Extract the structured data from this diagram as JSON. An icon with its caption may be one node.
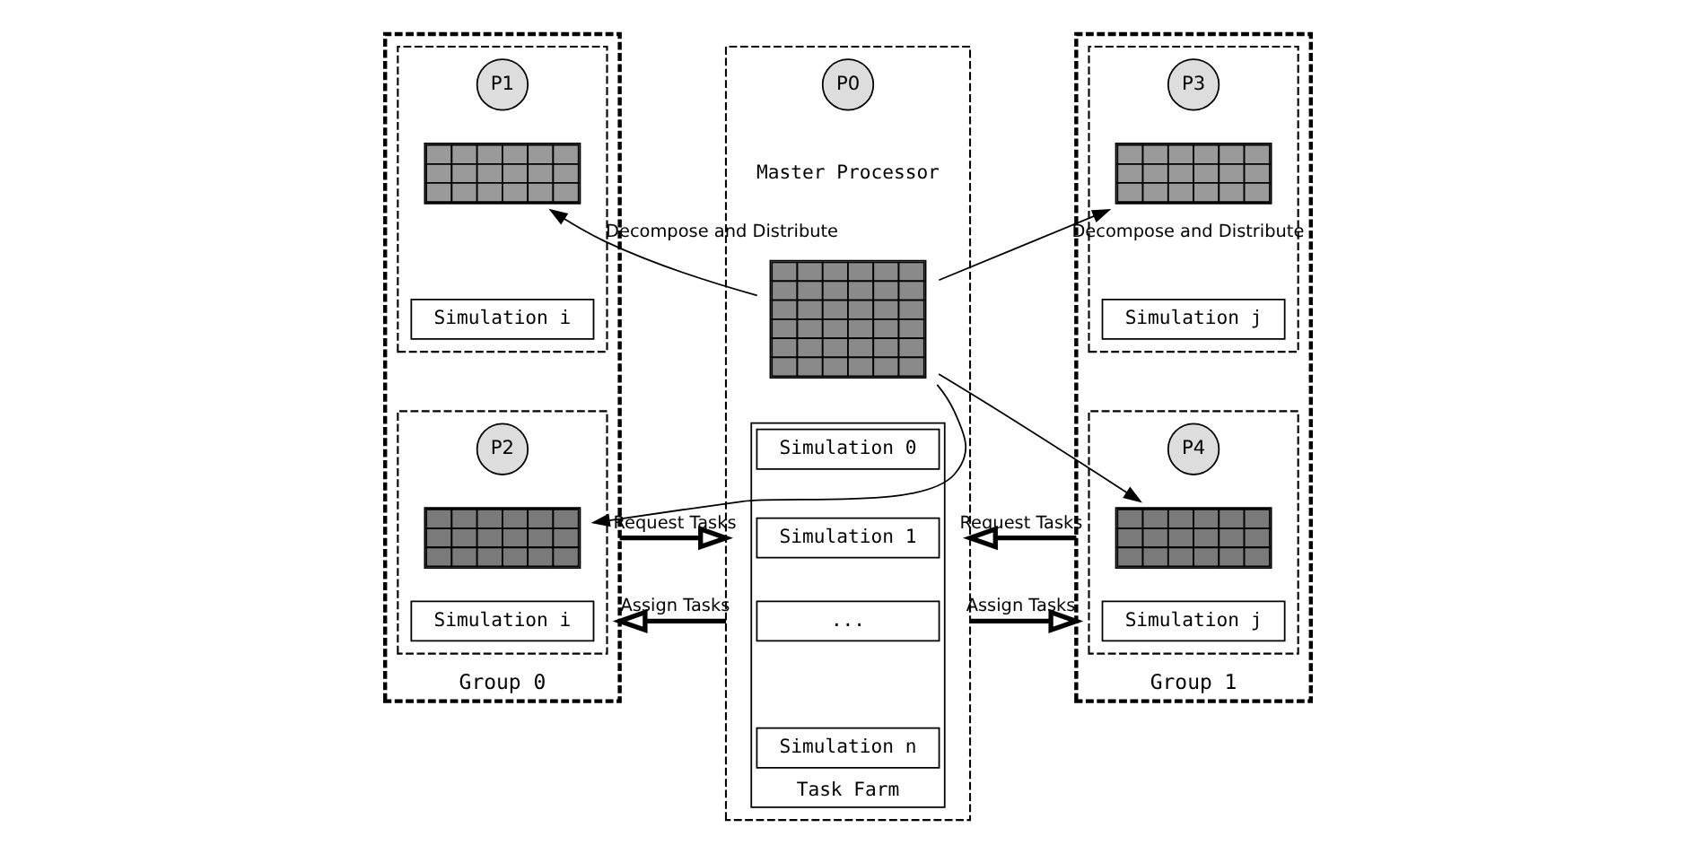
{
  "diagram": {
    "nodes": [
      {
        "text": [
          "Group 0"
        ]
      },
      {
        "text": [],
        "shape": "box",
        "in": 0
      },
      {
        "text": [
          "P1"
        ],
        "in": 1
      },
      {
        "text": [],
        "shape": "grid",
        "in": 1
      },
      {
        "text": [
          "Simulation i"
        ],
        "in": 1
      },
      {
        "text": [],
        "shape": "box",
        "in": 0
      },
      {
        "text": [
          "P2"
        ],
        "in": 5
      },
      {
        "text": [],
        "shape": "grid",
        "in": 5
      },
      {
        "text": [
          "Simulation i"
        ],
        "in": 5
      },
      {
        "text": [],
        "shape": "box"
      },
      {
        "text": [
          "P0"
        ],
        "in": 9,
        "beside": [
          "Master Processor"
        ]
      },
      {
        "text": [],
        "shape": "grid",
        "in": 9
      },
      {
        "text": [
          "Task Farm"
        ],
        "in": 9
      },
      {
        "text": [
          "Simulation 0"
        ],
        "in": 12
      },
      {
        "text": [
          "Simulation 1"
        ],
        "in": 12
      },
      {
        "text": [
          "..."
        ],
        "in": 12
      },
      {
        "text": [
          "Simulation n"
        ],
        "in": 12
      },
      {
        "text": [
          "Group 1"
        ]
      },
      {
        "text": [],
        "shape": "box",
        "in": 17
      },
      {
        "text": [
          "P3"
        ],
        "in": 18
      },
      {
        "text": [],
        "shape": "grid",
        "in": 18
      },
      {
        "text": [
          "Simulation j"
        ],
        "in": 18
      },
      {
        "text": [],
        "shape": "box",
        "in": 17
      },
      {
        "text": [
          "P4"
        ],
        "in": 22
      },
      {
        "text": [],
        "shape": "grid",
        "in": 22
      },
      {
        "text": [
          "Simulation j"
        ],
        "in": 22
      }
    ],
    "edges": [
      {
        "from": 11,
        "to": 3,
        "arrow": "to",
        "label": "Decompose and Distribute"
      },
      {
        "from": 11,
        "to": 7,
        "arrow": "to"
      },
      {
        "from": 11,
        "to": 20,
        "arrow": "to",
        "label": "Decompose and Distribute"
      },
      {
        "from": 11,
        "to": 24,
        "arrow": "to"
      },
      {
        "from": 0,
        "to": 9,
        "arrow": "to",
        "label": "Request Tasks",
        "style": "thick"
      },
      {
        "from": 9,
        "to": 0,
        "arrow": "to",
        "label": "Assign Tasks",
        "style": "thick"
      },
      {
        "from": 9,
        "to": 17,
        "arrow": "to",
        "label": "Assign Tasks",
        "style": "thick"
      },
      {
        "from": 17,
        "to": 9,
        "arrow": "to",
        "label": "Request Tasks",
        "style": "thick"
      }
    ]
  }
}
